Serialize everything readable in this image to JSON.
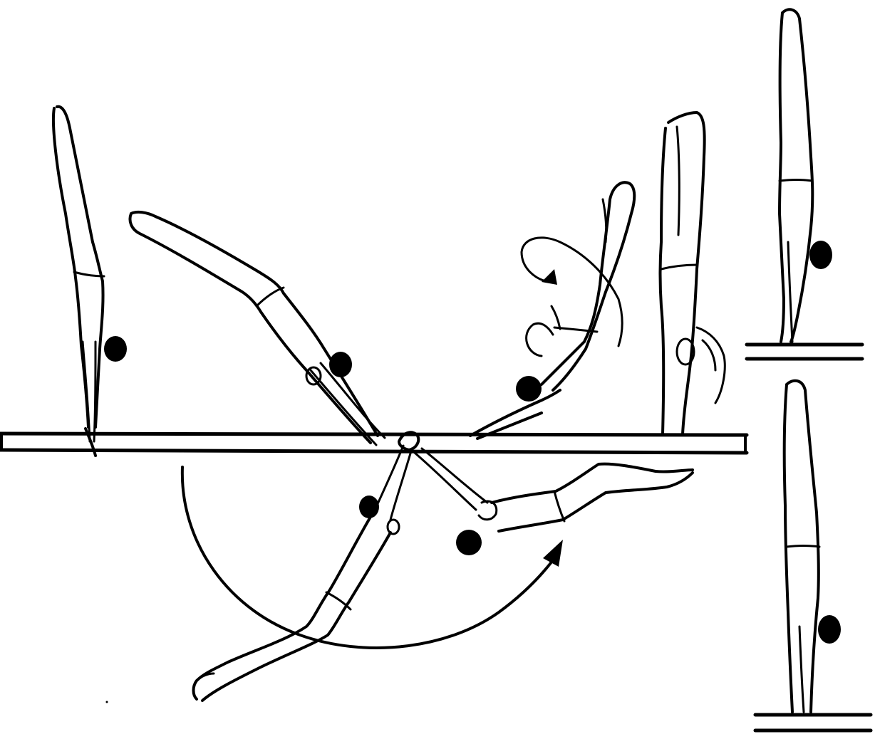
{
  "figure": {
    "ink_color": "#000000",
    "paper_color": "#ffffff",
    "subject": "handstand-pirouette-on-horizontal-bar",
    "main_sequence_phases": [
      "handstand",
      "descending-layout",
      "hang-below-bar",
      "swing-under-bar",
      "rising-with-turn",
      "pirouette",
      "handstand"
    ],
    "inset_phases": [
      "handstand-top",
      "handstand-bottom"
    ],
    "arrows": [
      "downswing-arc",
      "pirouette-spin"
    ]
  }
}
